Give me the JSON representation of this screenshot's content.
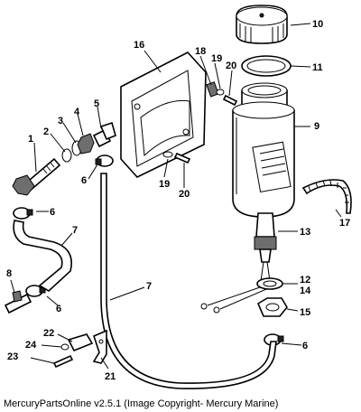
{
  "callouts": {
    "c1": "1",
    "c2": "2",
    "c3": "3",
    "c4": "4",
    "c5": "5",
    "c6a": "6",
    "c6b": "6",
    "c6c": "6",
    "c6d": "6",
    "c7a": "7",
    "c7b": "7",
    "c8": "8",
    "c9": "9",
    "c10": "10",
    "c11": "11",
    "c12": "12",
    "c13": "13",
    "c14": "14",
    "c15": "15",
    "c16": "16",
    "c17": "17",
    "c18": "18",
    "c19a": "19",
    "c19b": "19",
    "c20a": "20",
    "c20b": "20",
    "c21": "21",
    "c22": "22",
    "c23": "23",
    "c24": "24"
  },
  "caption": "MercuryPartsOnline v2.5.1 (Image Copyright- Mercury Marine)"
}
